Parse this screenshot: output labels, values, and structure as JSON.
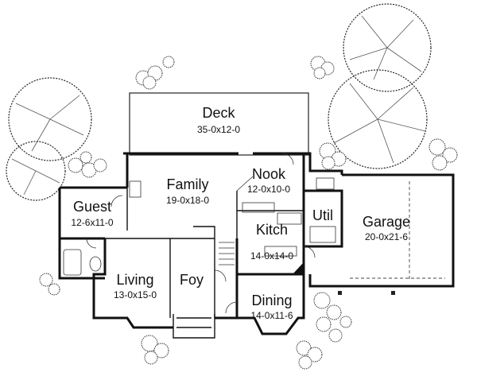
{
  "rooms": [
    {
      "id": "deck",
      "name": "Deck",
      "dims": "35-0x12-0"
    },
    {
      "id": "family",
      "name": "Family",
      "dims": "19-0x18-0"
    },
    {
      "id": "nook",
      "name": "Nook",
      "dims": "12-0x10-0"
    },
    {
      "id": "guest",
      "name": "Guest",
      "dims": "12-6x11-0"
    },
    {
      "id": "util",
      "name": "Util",
      "dims": ""
    },
    {
      "id": "garage",
      "name": "Garage",
      "dims": "20-0x21-6"
    },
    {
      "id": "kitch",
      "name": "Kitch",
      "dims": "14-0x14-0"
    },
    {
      "id": "living",
      "name": "Living",
      "dims": "13-0x15-0"
    },
    {
      "id": "foy",
      "name": "Foy",
      "dims": ""
    },
    {
      "id": "dining",
      "name": "Dining",
      "dims": "14-0x11-6"
    }
  ]
}
